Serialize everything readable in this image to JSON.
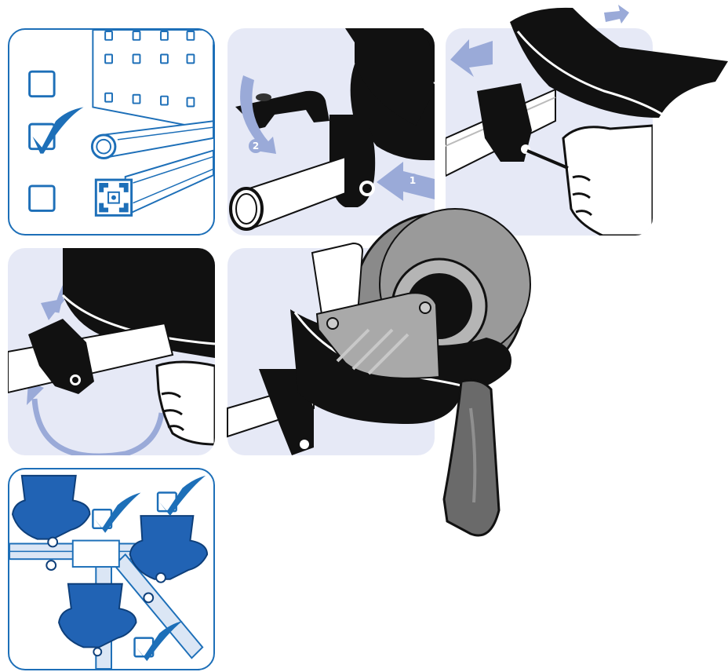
{
  "colors": {
    "brand_blue": "#1d6fb8",
    "panel_bg": "#e6e9f6",
    "arrow": "#9aaad8",
    "holder_blue": "#2163b4",
    "tape_gray": "#8a8a8a",
    "black_part": "#111111"
  },
  "panels": [
    {
      "id": "choose-mount",
      "icons": [
        "empty-checkbox-icon",
        "checked-checkbox-icon",
        "empty-checkbox-icon",
        "pegboard-icon",
        "round-tube-icon",
        "aluminium-profile-icon"
      ]
    },
    {
      "id": "open-clamp",
      "steps": [
        "1",
        "2"
      ],
      "icons": [
        "push-arrow-icon",
        "rotate-arrow-icon"
      ]
    },
    {
      "id": "tighten-screw",
      "icons": [
        "slide-arrow-left-icon",
        "slide-arrow-right-icon",
        "hex-key-hand-icon"
      ]
    },
    {
      "id": "rotate-holder",
      "icons": [
        "rotate-arrow-icon"
      ]
    },
    {
      "id": "insert-dispenser",
      "icons": [
        "tape-dispenser-icon"
      ]
    },
    {
      "id": "multiple-holders",
      "icons": [
        "checked-checkbox-icon",
        "checked-checkbox-icon",
        "checked-checkbox-icon"
      ]
    }
  ]
}
